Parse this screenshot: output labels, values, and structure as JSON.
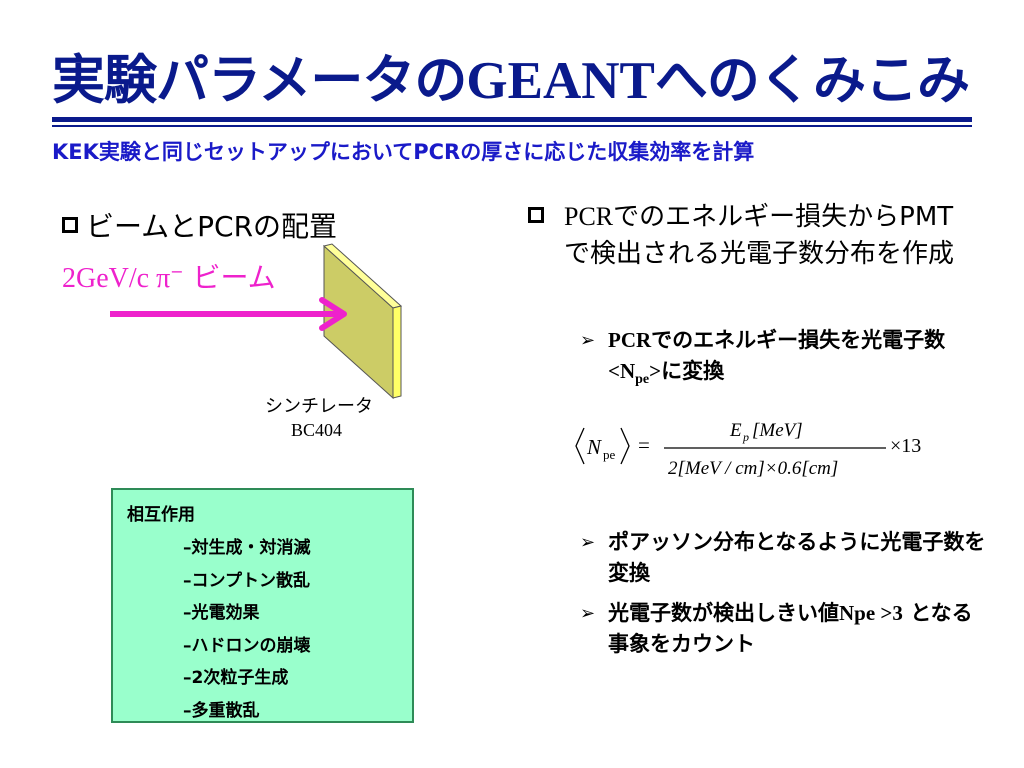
{
  "slide": {
    "title_prefix": "実験パラメータの",
    "title_latin": "GEANT",
    "title_suffix": "へのくみこみ",
    "subtitle": "KEK実験と同じセットアップにおいてPCRの厚さに応じた収集効率を計算"
  },
  "left": {
    "heading": "ビームとPCRの配置",
    "beam_latin": "2GeV/c π",
    "beam_sup": "−",
    "beam_jp": " ビーム",
    "caption_name": "シンチレータ",
    "caption_model": "BC404",
    "interactions": {
      "title": "相互作用",
      "items": [
        "–対生成・対消滅",
        "–コンプトン散乱",
        "–光電効果",
        "–ハドロンの崩壊",
        "–2次粒子生成",
        "–多重散乱"
      ]
    }
  },
  "right": {
    "heading_latin": "PCR",
    "heading_rest": "でのエネルギー損失からPMTで検出される光電子数分布を作成",
    "bullet1_a": "PCR",
    "bullet1_b": "でのエネルギー損失を光電子数",
    "bullet1_c": "<N",
    "bullet1_sub": "pe",
    "bullet1_d": ">",
    "bullet1_e": "に変換",
    "bullet2": "ポアッソン分布となるように光電子数を変換",
    "bullet3_a": "光電子数が検出しきい値",
    "bullet3_b": "Npe >3",
    "bullet3_c": " となる事象をカウント"
  },
  "formula": {
    "lhs_var": "N",
    "lhs_sub": "pe",
    "equals": "=",
    "num_var": "E",
    "num_sub": "p",
    "num_unit": "[MeV]",
    "den": "2[MeV / cm]×0.6[cm]",
    "factor": "×13"
  },
  "colors": {
    "title": "#0a1a8c",
    "subtitle": "#1a1ac8",
    "beam": "#ee22cc",
    "scintillator_face": "#cccc66",
    "scintillator_edge": "#ffff66",
    "interactions_bg": "#99ffcc"
  }
}
